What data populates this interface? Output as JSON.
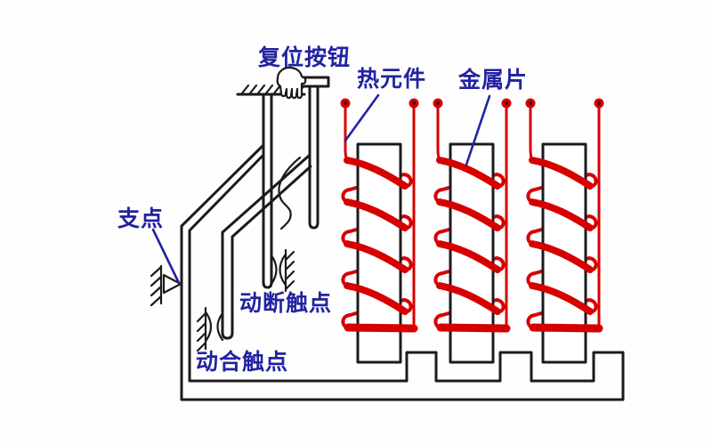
{
  "figure": {
    "subject": "thermal-overload-relay-structure-diagram",
    "heater_units_count": 3,
    "terminals_count": 6
  },
  "labels": {
    "reset_button": "复位按钮",
    "heating_element": "热元件",
    "metal_strip": "金属片",
    "fulcrum": "支点",
    "nc_contact": "动断触点",
    "no_contact": "动合触点"
  },
  "colors": {
    "label_text": "#2222a2",
    "leader_line": "#2222a2",
    "outline": "#1b1b1b",
    "heater_red": "#d70000",
    "terminal_center": "#4a0000",
    "background": "#fefefe"
  }
}
